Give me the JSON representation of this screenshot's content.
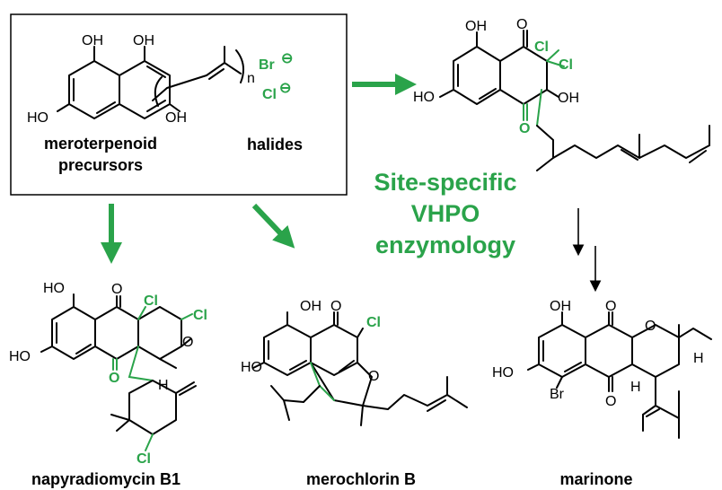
{
  "colors": {
    "accent": "#2aa34a",
    "ink": "#000000"
  },
  "precursor_box": {
    "label_line1": "meroterpenoid",
    "label_line2": "precursors",
    "halides_label": "halides",
    "oh": "OH",
    "ho": "HO",
    "n": "n",
    "br_ion": "Br",
    "cl_ion": "Cl",
    "minus": "⊖"
  },
  "headline": {
    "line1": "Site-specific",
    "line2": "VHPO",
    "line3": "enzymology"
  },
  "intermediate": {
    "oh": "OH",
    "ho": "HO",
    "o": "O",
    "cl": "Cl"
  },
  "products": {
    "napyradiomycin": {
      "name": "napyradiomycin B1",
      "ho": "HO",
      "o": "O",
      "cl": "Cl",
      "h": "H"
    },
    "merochlorin": {
      "name": "merochlorin B",
      "oh": "OH",
      "ho": "HO",
      "o": "O",
      "cl": "Cl"
    },
    "marinone": {
      "name": "marinone",
      "oh": "OH",
      "ho": "HO",
      "o": "O",
      "br": "Br",
      "h": "H"
    }
  }
}
